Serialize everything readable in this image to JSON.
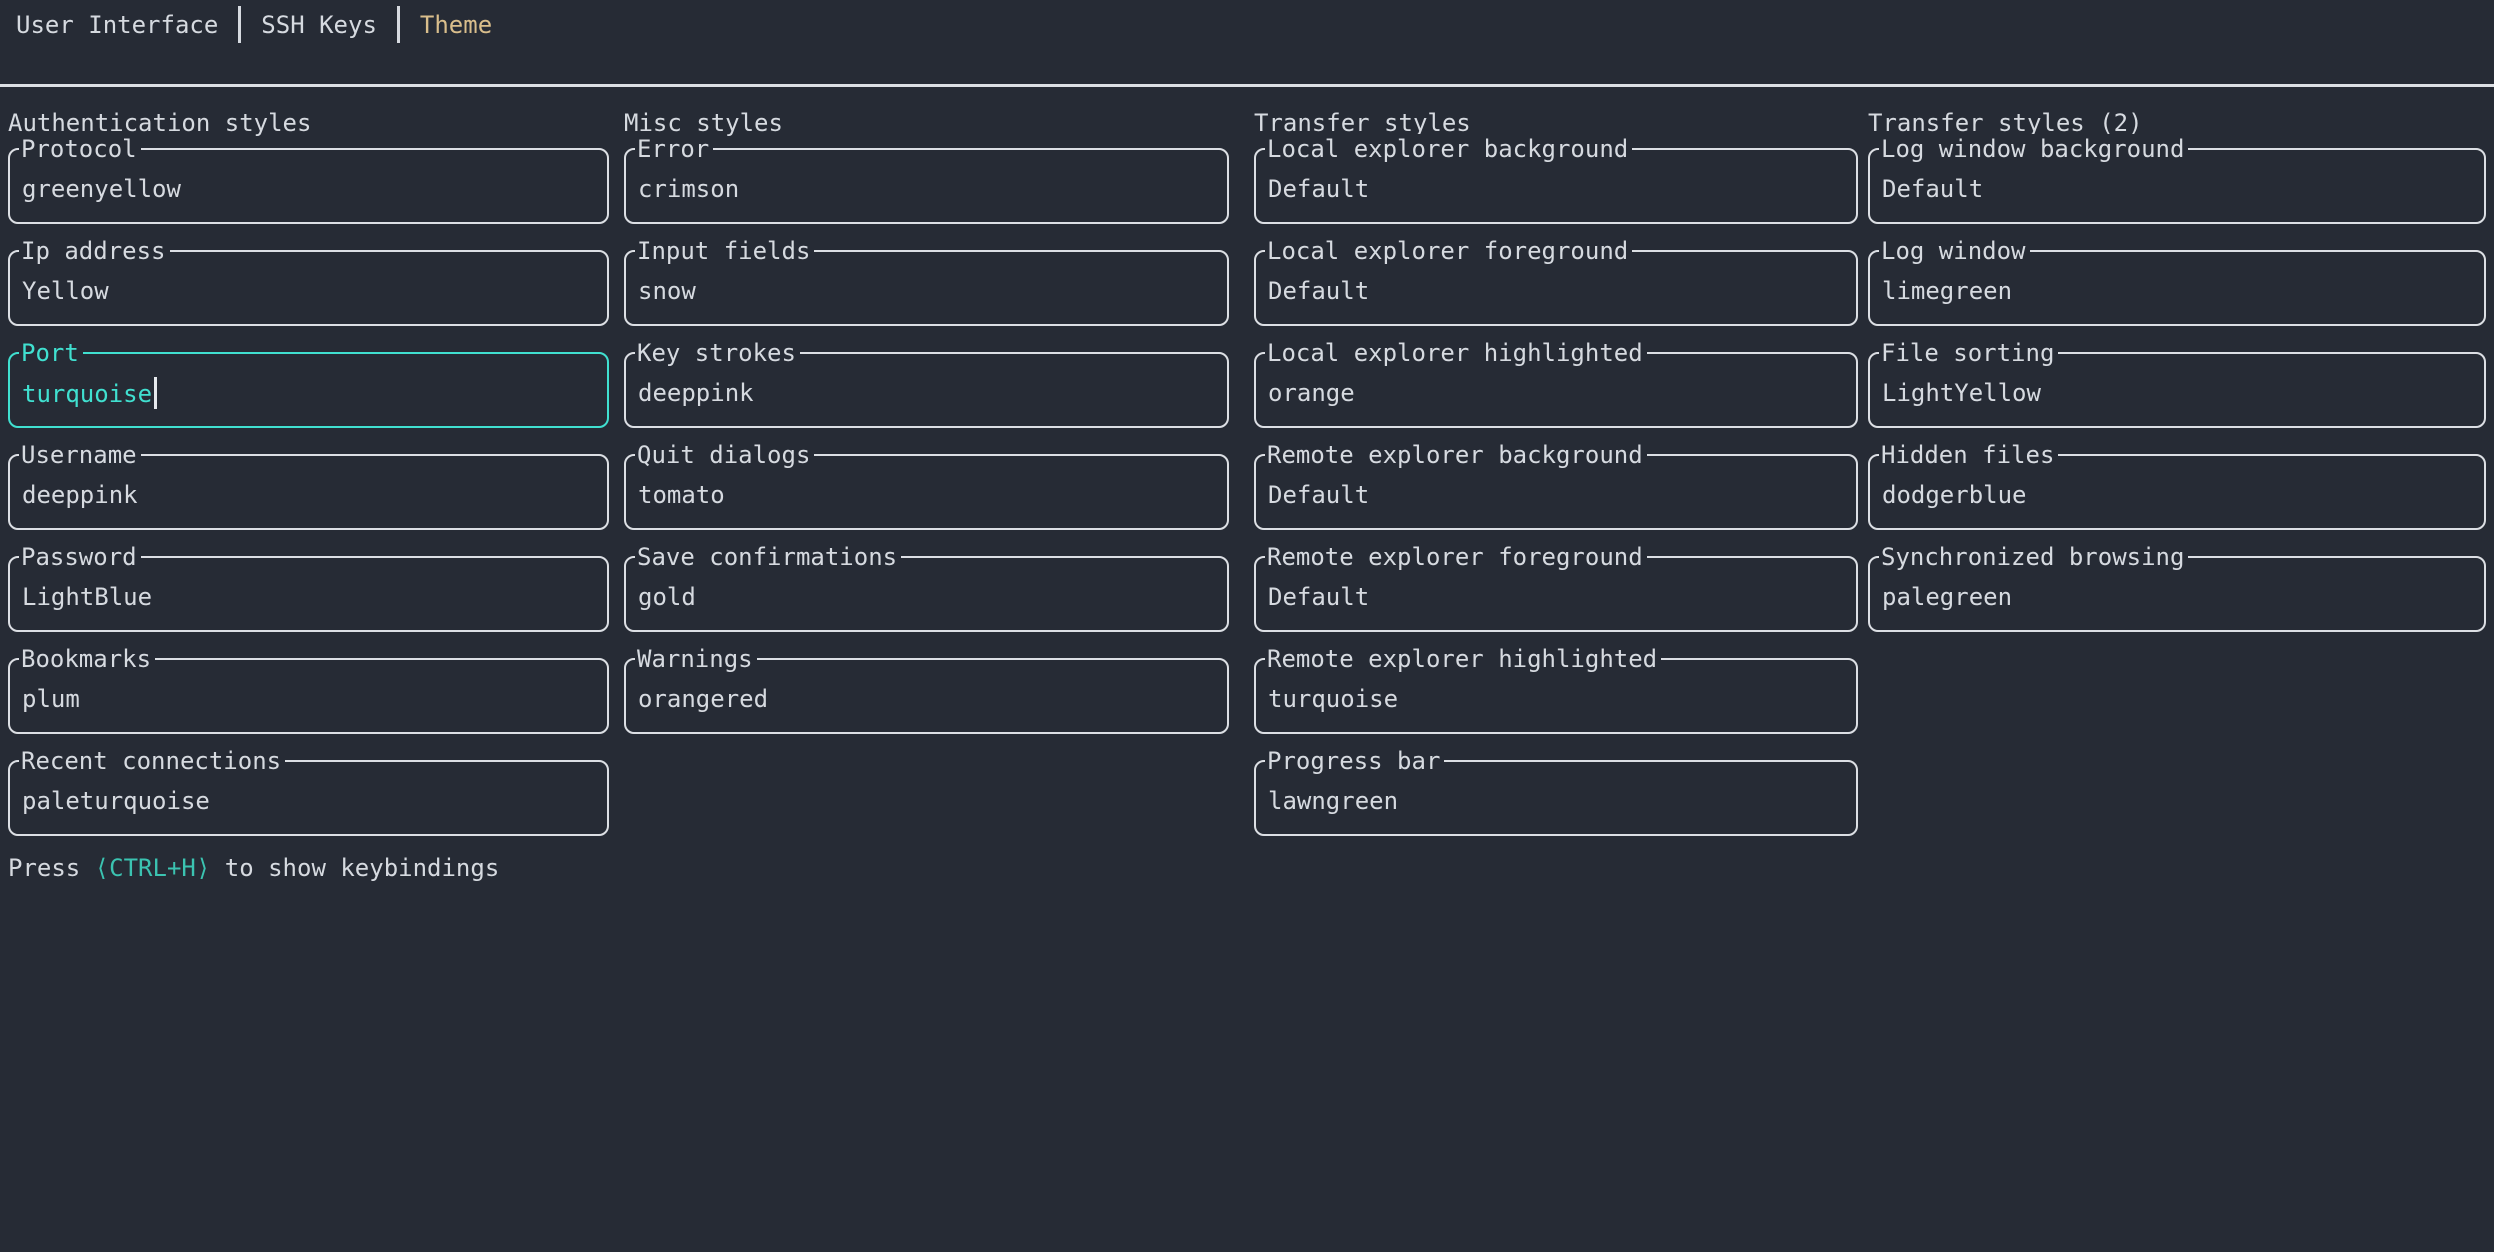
{
  "app": {
    "tabs": [
      {
        "label": "User Interface",
        "active": false
      },
      {
        "label": "SSH Keys",
        "active": false
      },
      {
        "label": "Theme",
        "active": true
      }
    ],
    "footer": {
      "prefix": "Press ",
      "key": "⟨CTRL+H⟩",
      "suffix": " to show keybindings"
    }
  },
  "colors": {
    "background": "#262b35",
    "foreground": "#d6dae0",
    "border": "#dcdfe4",
    "active_tab": "#d9be8c",
    "focus": "#40e0d0",
    "key_hint": "#3bc3b1",
    "cursor": "#e6e9ed"
  },
  "columns": [
    {
      "title": "Authentication styles",
      "fields": [
        {
          "label": "Protocol",
          "value": "greenyellow",
          "focused": false
        },
        {
          "label": "Ip address",
          "value": "Yellow",
          "focused": false
        },
        {
          "label": "Port",
          "value": "turquoise",
          "focused": true
        },
        {
          "label": "Username",
          "value": "deeppink",
          "focused": false
        },
        {
          "label": "Password",
          "value": "LightBlue",
          "focused": false
        },
        {
          "label": "Bookmarks",
          "value": "plum",
          "focused": false
        },
        {
          "label": "Recent connections",
          "value": "paleturquoise",
          "focused": false
        }
      ]
    },
    {
      "title": "Misc styles",
      "fields": [
        {
          "label": "Error",
          "value": "crimson",
          "focused": false
        },
        {
          "label": "Input fields",
          "value": "snow",
          "focused": false
        },
        {
          "label": "Key strokes",
          "value": "deeppink",
          "focused": false
        },
        {
          "label": "Quit dialogs",
          "value": "tomato",
          "focused": false
        },
        {
          "label": "Save confirmations",
          "value": "gold",
          "focused": false
        },
        {
          "label": "Warnings",
          "value": "orangered",
          "focused": false
        }
      ]
    },
    {
      "title": "Transfer styles",
      "fields": [
        {
          "label": "Local explorer background",
          "value": "Default",
          "focused": false
        },
        {
          "label": "Local explorer foreground",
          "value": "Default",
          "focused": false
        },
        {
          "label": "Local explorer highlighted",
          "value": "orange",
          "focused": false
        },
        {
          "label": "Remote explorer background",
          "value": "Default",
          "focused": false
        },
        {
          "label": "Remote explorer foreground",
          "value": "Default",
          "focused": false
        },
        {
          "label": "Remote explorer highlighted",
          "value": "turquoise",
          "focused": false
        },
        {
          "label": "Progress bar",
          "value": "lawngreen",
          "focused": false
        }
      ]
    },
    {
      "title": "Transfer styles (2)",
      "fields": [
        {
          "label": "Log window background",
          "value": "Default",
          "focused": false
        },
        {
          "label": "Log window",
          "value": "limegreen",
          "focused": false
        },
        {
          "label": "File sorting",
          "value": "LightYellow",
          "focused": false
        },
        {
          "label": "Hidden files",
          "value": "dodgerblue",
          "focused": false
        },
        {
          "label": "Synchronized browsing",
          "value": "palegreen",
          "focused": false
        }
      ]
    }
  ]
}
